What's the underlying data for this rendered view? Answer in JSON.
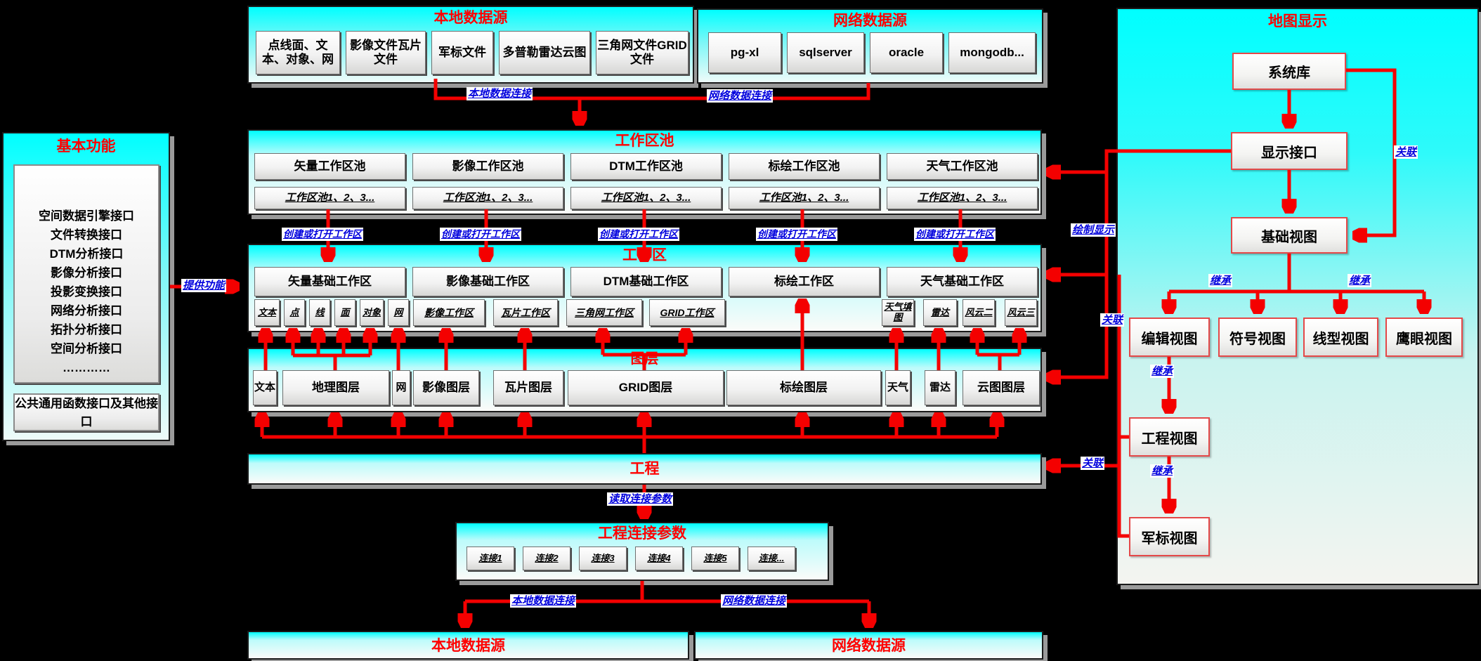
{
  "basic": {
    "title": "基本功能",
    "interfaces": [
      "空间数据引擎接口",
      "文件转换接口",
      "DTM分析接口",
      "影像分析接口",
      "投影变换接口",
      "网络分析接口",
      "拓扑分析接口",
      "空间分析接口",
      "…………"
    ],
    "common": "公共通用函数接口及其他接口"
  },
  "local_source": {
    "title": "本地数据源",
    "items": [
      "点线面、文本、对象、网",
      "影像文件瓦片文件",
      "军标文件",
      "多普勒雷达云图",
      "三角网文件GRID文件"
    ]
  },
  "network_source": {
    "title": "网络数据源",
    "items": [
      "pg-xl",
      "sqlserver",
      "oracle",
      "mongodb..."
    ]
  },
  "pool": {
    "title": "工作区池",
    "items": [
      "矢量工作区池",
      "影像工作区池",
      "DTM工作区池",
      "标绘工作区池",
      "天气工作区池"
    ],
    "instance": "工作区池1、2、3..."
  },
  "workspace": {
    "title": "工作区",
    "items": [
      "矢量基础工作区",
      "影像基础工作区",
      "DTM基础工作区",
      "标绘工作区",
      "天气基础工作区"
    ],
    "sub1": [
      "文本",
      "点",
      "线",
      "面",
      "对象",
      "网"
    ],
    "sub2": [
      "影像工作区",
      "瓦片工作区"
    ],
    "sub3": [
      "三角网工作区",
      "GRID工作区"
    ],
    "sub5": [
      "天气填图",
      "雷达",
      "风云二",
      "风云三"
    ]
  },
  "layers": {
    "title": "图层",
    "items": [
      "文本",
      "地理图层",
      "网",
      "影像图层",
      "瓦片图层",
      "GRID图层",
      "标绘图层",
      "天气",
      "雷达",
      "云图图层"
    ]
  },
  "project": {
    "title": "工程"
  },
  "conn": {
    "title": "工程连接参数",
    "items": [
      "连接1",
      "连接2",
      "连接3",
      "连接4",
      "连接5",
      "连接..."
    ]
  },
  "bottom": {
    "local": "本地数据源",
    "network": "网络数据源"
  },
  "map": {
    "title": "地图显示",
    "boxes": [
      "系统库",
      "显示接口",
      "基础视图",
      "编辑视图",
      "符号视图",
      "线型视图",
      "鹰眼视图",
      "工程视图",
      "军标视图"
    ]
  },
  "labels": {
    "local_conn": "本地数据连接",
    "net_conn": "网络数据连接",
    "create": "创建或打开工作区",
    "provide": "提供功能",
    "draw_display": "绘制显示",
    "assoc": "关联",
    "inherit": "继承",
    "read_params": "读取连接参数"
  },
  "colors": {
    "accent_red": "#ff0000",
    "label_blue": "#0000dd",
    "panel_cyan": "#00ffff"
  }
}
